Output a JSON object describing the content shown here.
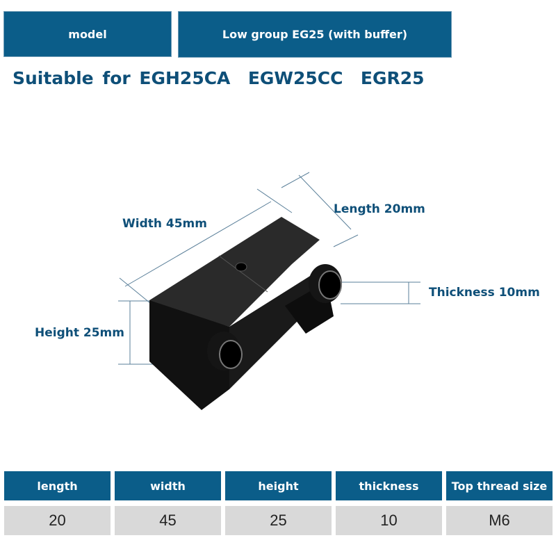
{
  "header": {
    "model_label": "model",
    "model_value": "Low group EG25 (with buffer)"
  },
  "title": "Suitable for EGH25CA  EGW25CC  EGR25",
  "dimensions": {
    "width": "Width 45mm",
    "length": "Length 20mm",
    "thickness": "Thickness 10mm",
    "height": "Height 25mm"
  },
  "spec_table": {
    "headers": [
      "length",
      "width",
      "height",
      "thickness",
      "Top thread size"
    ],
    "values": [
      "20",
      "45",
      "25",
      "10",
      "M6"
    ]
  }
}
